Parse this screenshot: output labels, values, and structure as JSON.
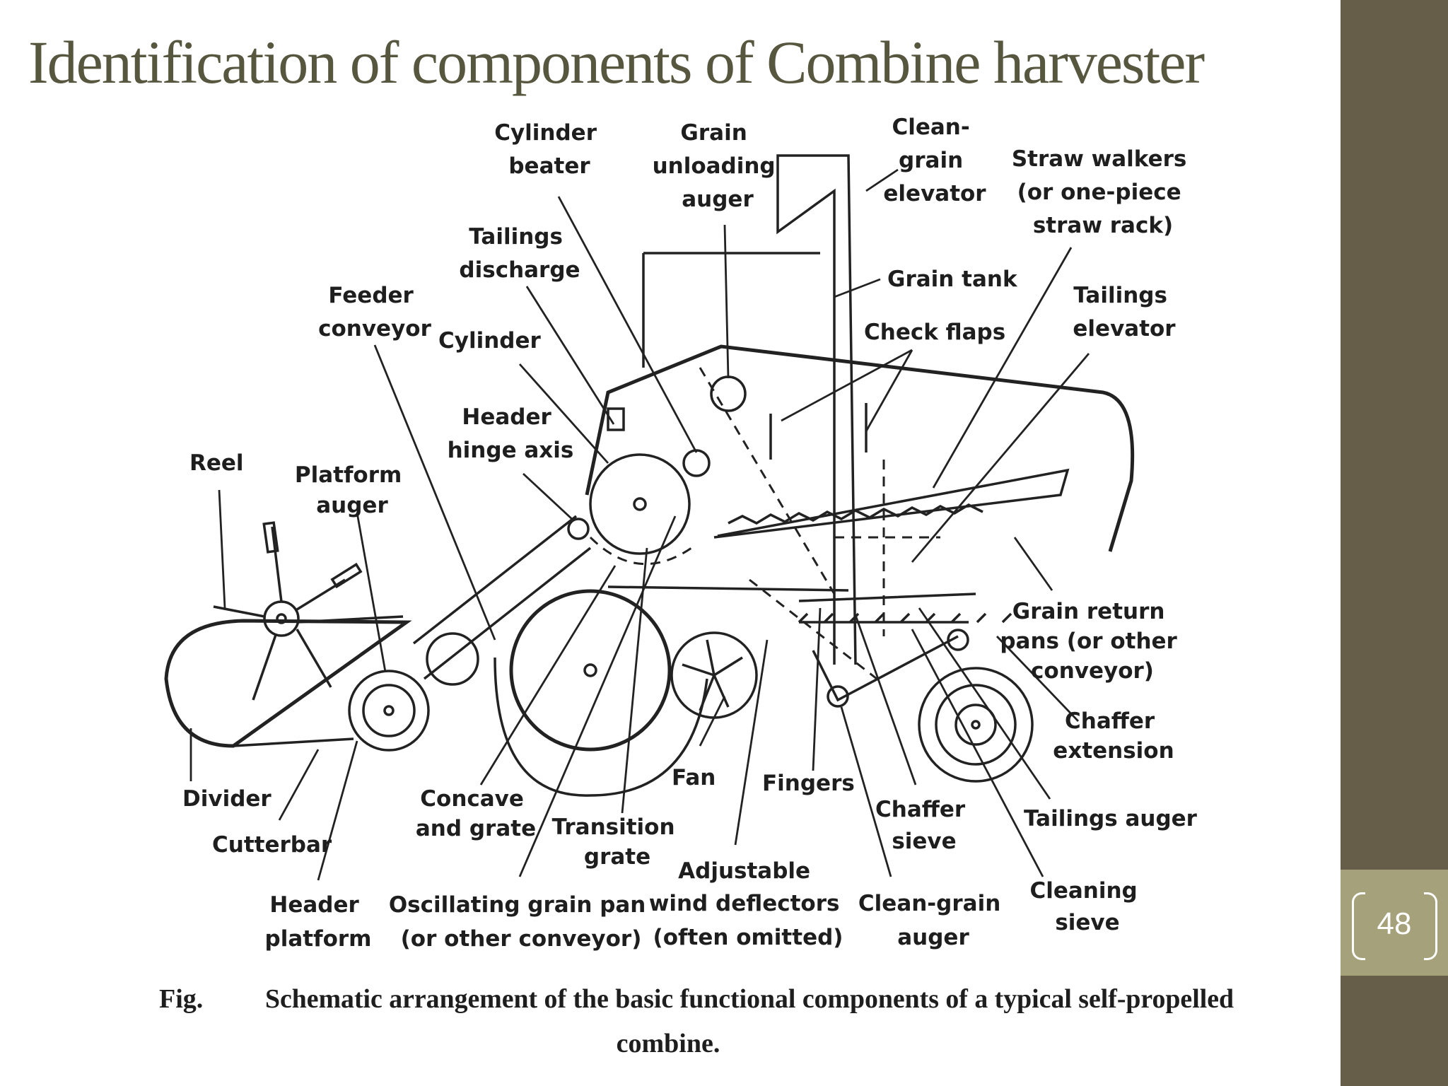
{
  "slide": {
    "title": "Identification of components of Combine harvester",
    "page_number": "48"
  },
  "figure": {
    "caption_fig": "Fig.",
    "caption_line1": "Schematic arrangement of the basic functional components of a typical  self-propelled",
    "caption_line2": "combine."
  },
  "labels": {
    "cylinder_beater": [
      "Cylinder",
      "beater"
    ],
    "grain_unloading_auger": [
      "Grain",
      "unloading",
      "auger"
    ],
    "clean_grain_elevator": [
      "Clean-",
      "grain",
      "elevator"
    ],
    "straw_walkers": [
      "Straw walkers",
      "(or one-piece",
      "straw rack)"
    ],
    "tailings_discharge": [
      "Tailings",
      "discharge"
    ],
    "grain_tank": [
      "Grain tank"
    ],
    "feeder_conveyor": [
      "Feeder",
      "conveyor"
    ],
    "cylinder": [
      "Cylinder"
    ],
    "check_flaps": [
      "Check flaps"
    ],
    "tailings_elevator": [
      "Tailings",
      "elevator"
    ],
    "header_hinge_axis": [
      "Header",
      "hinge axis"
    ],
    "reel": [
      "Reel"
    ],
    "platform_auger": [
      "Platform",
      "auger"
    ],
    "grain_return_pans": [
      "Grain return",
      "pans (or other",
      "conveyor)"
    ],
    "chaffer_extension": [
      "Chaffer",
      "extension"
    ],
    "divider": [
      "Divider"
    ],
    "cutterbar": [
      "Cutterbar"
    ],
    "concave_and_grate": [
      "Concave",
      "and grate"
    ],
    "fan": [
      "Fan"
    ],
    "fingers": [
      "Fingers"
    ],
    "transition_grate": [
      "Transition",
      "grate"
    ],
    "chaffer_sieve": [
      "Chaffer",
      "sieve"
    ],
    "tailings_auger": [
      "Tailings auger"
    ],
    "adjustable_wind_deflectors": [
      "Adjustable",
      "wind deflectors",
      "(often omitted)"
    ],
    "header_platform": [
      "Header",
      "platform"
    ],
    "oscillating_grain_pan": [
      "Oscillating grain pan",
      "(or other conveyor)"
    ],
    "clean_grain_auger": [
      "Clean-grain",
      "auger"
    ],
    "cleaning_sieve": [
      "Cleaning",
      "sieve"
    ]
  }
}
